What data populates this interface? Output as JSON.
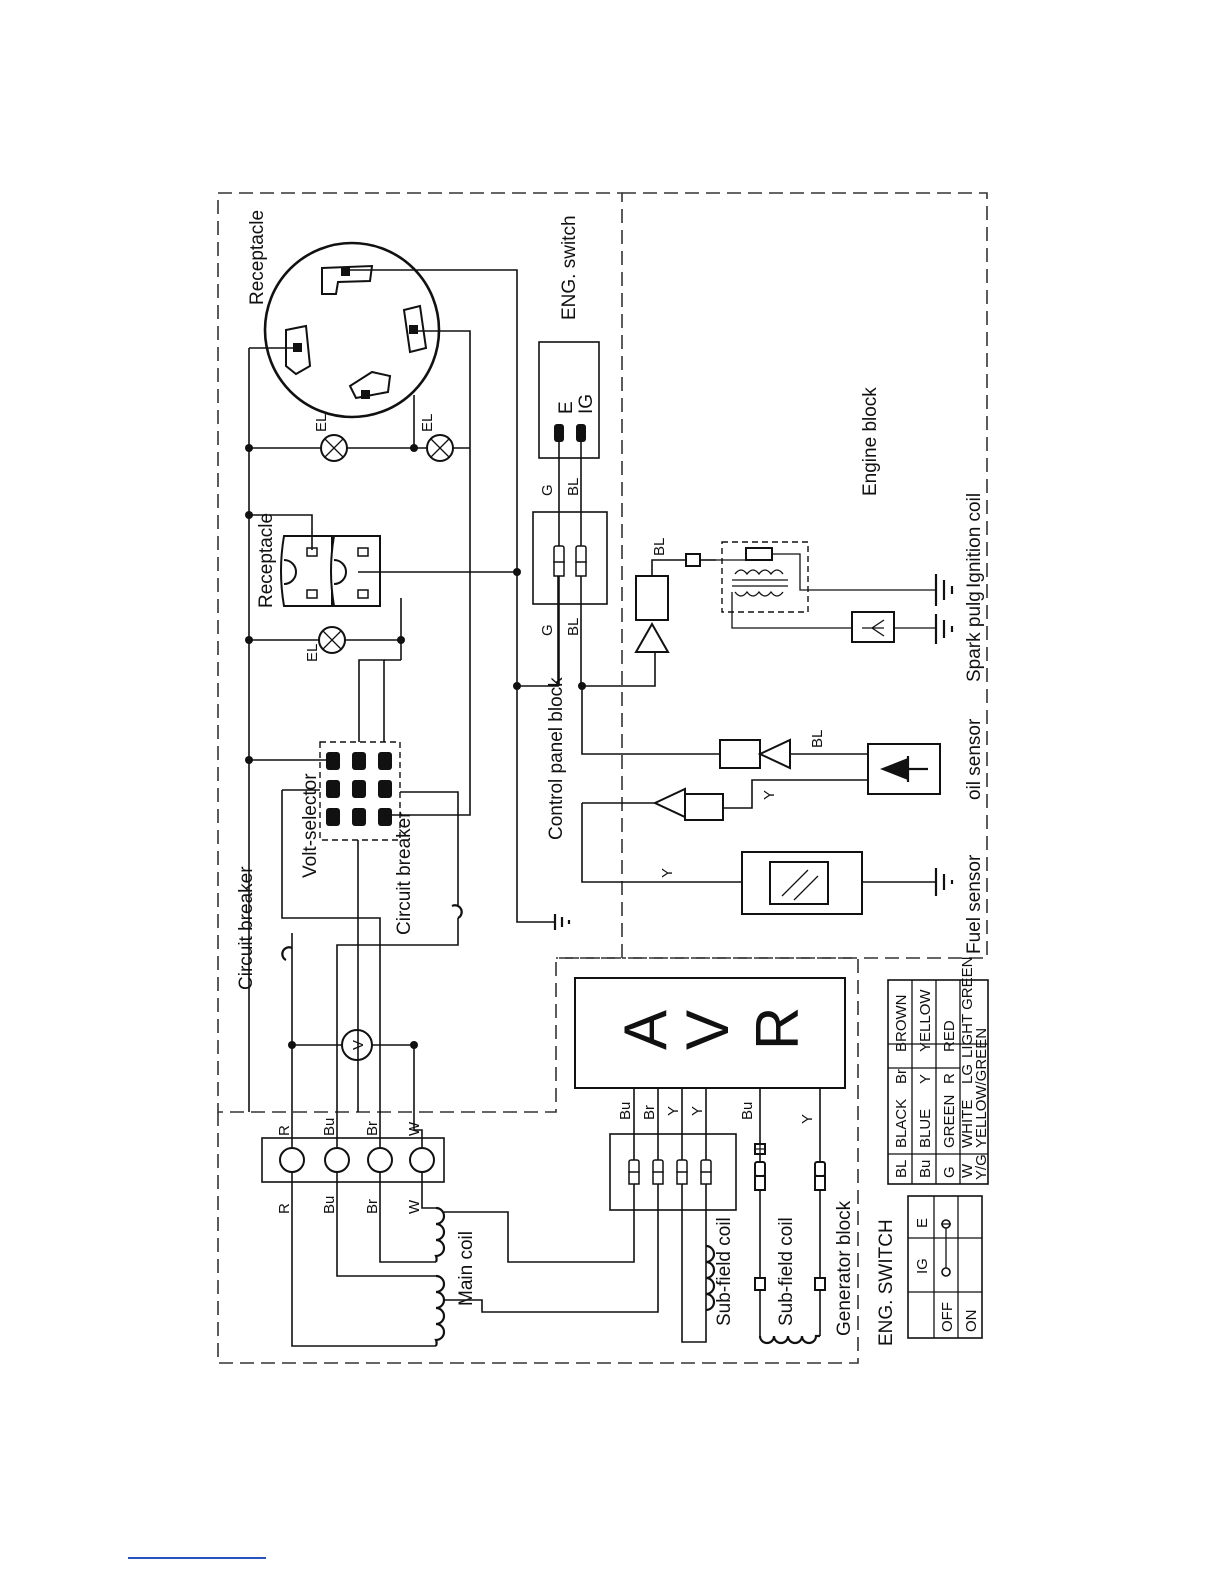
{
  "blocks": {
    "control_panel": "Control panel block",
    "engine": "Engine block",
    "generator": "Generator block"
  },
  "components": {
    "receptacle_twist": "Receptacle",
    "receptacle_duplex": "Receptacle",
    "eng_switch": "ENG. switch",
    "volt_selector": "Volt-selector",
    "circuit_breaker_1": "Circuit breaker",
    "circuit_breaker_2": "Circuit breaker",
    "lamp_label": "EL",
    "voltmeter_symbol": "V",
    "main_coil": "Main coil",
    "sub_field_coil_1": "Sub-field coil",
    "sub_field_coil_2": "Sub-field coil",
    "avr_letters": [
      "A",
      "V",
      "R"
    ],
    "ignition_coil": "Ignition coil",
    "spark_plug": "Spark pulg",
    "oil_sensor": "oil sensor",
    "fuel_sensor": "Fuel sensor"
  },
  "switch_terminals": [
    "E",
    "IG"
  ],
  "wire_labels": {
    "switch_g": "G",
    "switch_bl": "BL",
    "panel_g": "G",
    "panel_bl": "BL",
    "ignition_bl": "BL",
    "oil_bl": "BL",
    "oil_y": "Y",
    "fuel_y": "Y",
    "term_r": "R",
    "term_bu": "Bu",
    "term_br": "Br",
    "term_w": "W",
    "avr_wires": [
      "Bu",
      "Br",
      "Y",
      "Y"
    ],
    "sub_bu": "Bu",
    "sub_y": "Y"
  },
  "legend": {
    "rows": [
      [
        "BL",
        "BLACK",
        "Br",
        "BROWN"
      ],
      [
        "Bu",
        "BLUE",
        "Y",
        "YELLOW"
      ],
      [
        "G",
        "GREEN",
        "R",
        "RED"
      ],
      [
        "W",
        "WHITE",
        "LG",
        "LIGHT GREEN"
      ]
    ],
    "last_row": [
      "Y/G",
      "YELLOW/GREEN"
    ]
  },
  "eng_switch_table": {
    "title": "ENG. SWITCH",
    "columns": [
      "IG",
      "E"
    ],
    "rows": [
      "OFF",
      "ON"
    ]
  }
}
